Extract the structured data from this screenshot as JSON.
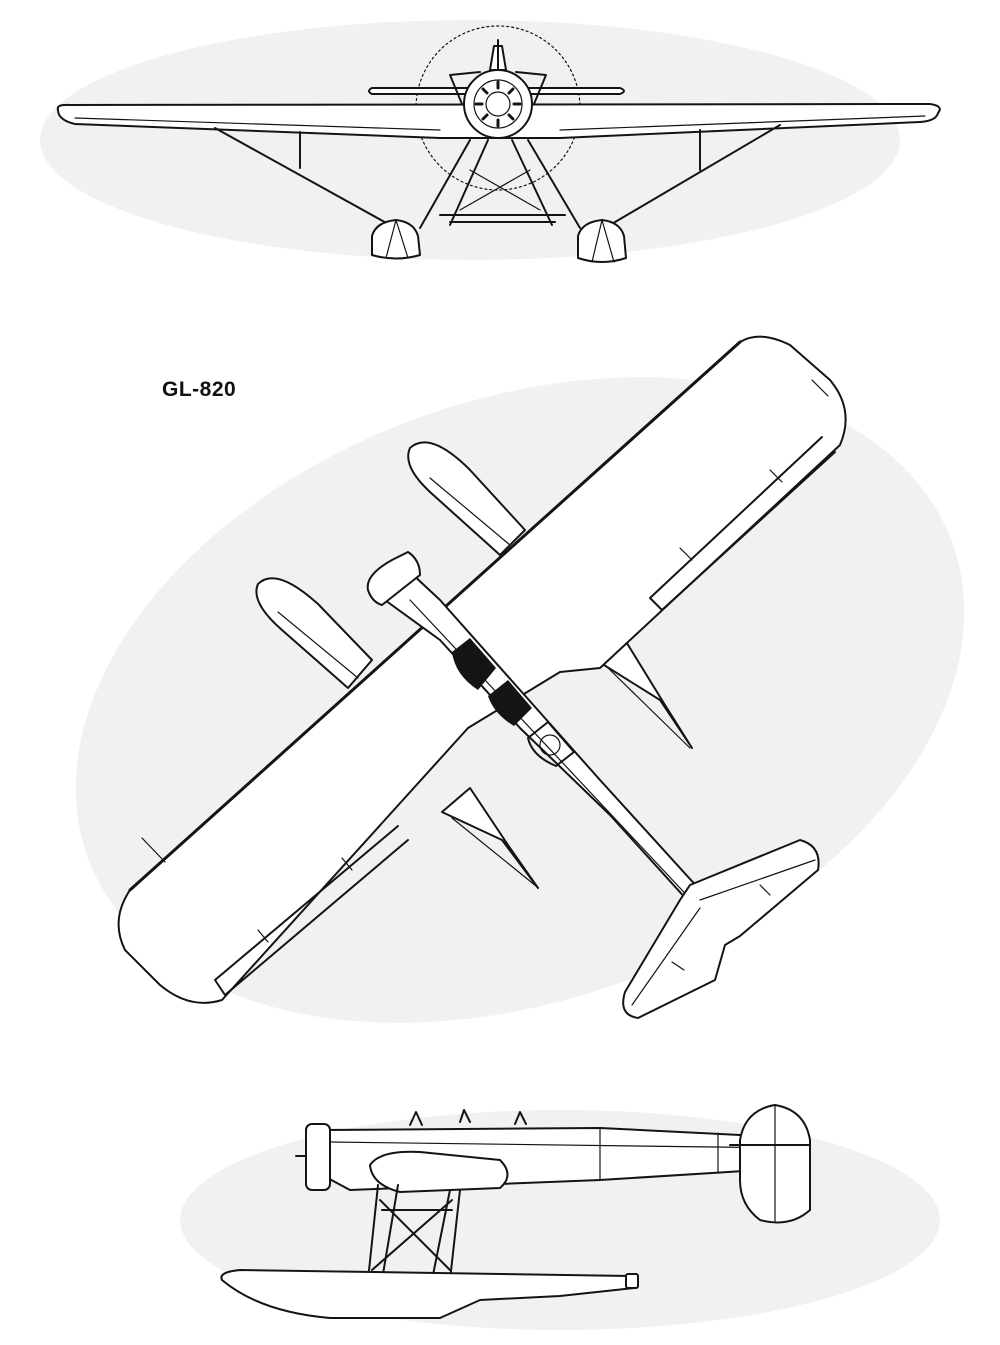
{
  "diagram": {
    "title": "GL-820",
    "views": [
      "front-view",
      "plan-view",
      "side-view"
    ],
    "colors": {
      "ink": "#141414",
      "paper": "#ffffff",
      "smudge": "#ececec"
    }
  }
}
